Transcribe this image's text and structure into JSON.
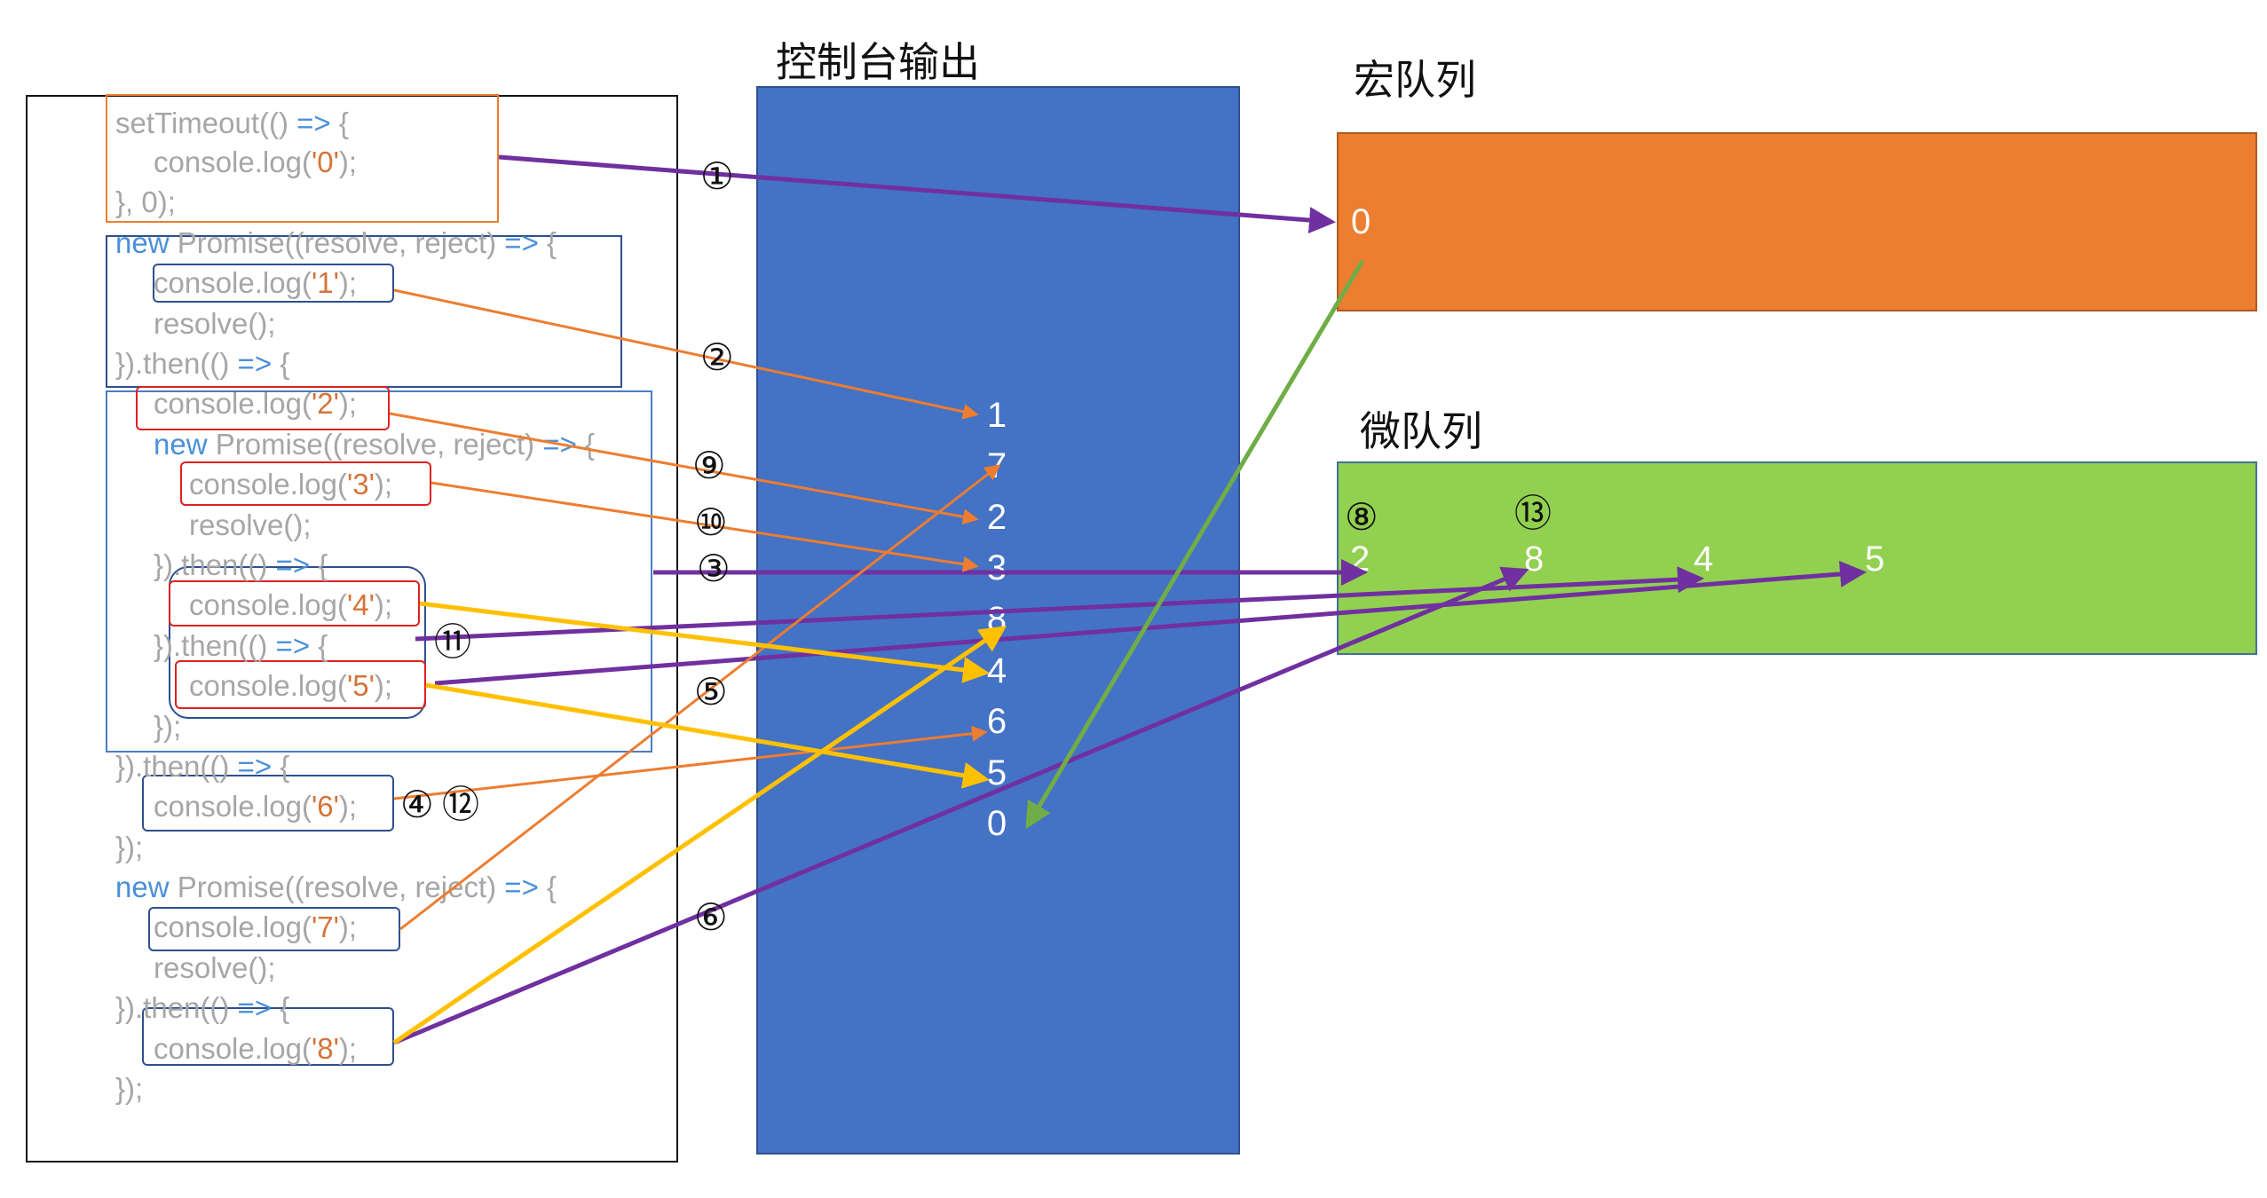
{
  "titles": {
    "console": "控制台输出",
    "macro": "宏队列",
    "micro": "微队列"
  },
  "code": {
    "l1a": "setTimeout(() ",
    "l1b": "=> ",
    "l1c": "{",
    "l2a": "console.log(",
    "l2b": "'0'",
    "l2c": ");",
    "l3": "}, 0);",
    "l4a": "new ",
    "l4b": "Promise((resolve, reject) ",
    "l4c": "=> ",
    "l4d": "{",
    "l5a": "console.log(",
    "l5b": "'1'",
    "l5c": ");",
    "l6": "resolve();",
    "l7a": "}).then(() ",
    "l7b": "=> ",
    "l7c": "{",
    "l8a": "console.log(",
    "l8b": "'2'",
    "l8c": ");",
    "l9a": "new ",
    "l9b": "Promise((resolve, reject) ",
    "l9c": "=> ",
    "l9d": "{",
    "l10a": "console.log(",
    "l10b": "'3'",
    "l10c": ");",
    "l11": "resolve();",
    "l12a": "}).then(() ",
    "l12b": "=> ",
    "l12c": "{",
    "l13a": "console.log(",
    "l13b": "'4'",
    "l13c": ");",
    "l14a": "}).then(() ",
    "l14b": "=> ",
    "l14c": "{",
    "l15a": "console.log(",
    "l15b": "'5'",
    "l15c": ");",
    "l16": "});",
    "l17a": "}).then(() ",
    "l17b": "=> ",
    "l17c": "{",
    "l18a": "console.log(",
    "l18b": "'6'",
    "l18c": ");",
    "l19": "});",
    "l20a": "new ",
    "l20b": "Promise((resolve, reject) ",
    "l20c": "=> ",
    "l20d": "{",
    "l21a": "console.log(",
    "l21b": "'7'",
    "l21c": ");",
    "l22": "resolve();",
    "l23a": "}).then(() ",
    "l23b": "=> ",
    "l23c": "{",
    "l24a": "console.log(",
    "l24b": "'8'",
    "l24c": ");",
    "l25": "});"
  },
  "console_output": [
    "1",
    "7",
    "2",
    "3",
    "8",
    "4",
    "6",
    "5",
    "0"
  ],
  "macro_queue": [
    "0"
  ],
  "micro_queue": [
    "2",
    "8",
    "4",
    "5"
  ],
  "steps": {
    "s1": "①",
    "s2": "②",
    "s3": "③",
    "s4": "④",
    "s5": "⑤",
    "s6": "⑥",
    "s8": "⑧",
    "s9": "⑨",
    "s10": "⑩",
    "s11": "⑪",
    "s12": "⑫",
    "s13": "⑬"
  },
  "colors": {
    "console_bg": "#4472c4",
    "macro_bg": "#ed7d31",
    "micro_bg": "#92d050",
    "arrow_purple": "#7030a0",
    "arrow_orange": "#ed7d31",
    "arrow_yellow": "#ffc000",
    "arrow_green": "#70ad47",
    "box_red": "#e02020",
    "box_navy": "#2f4f8f"
  }
}
